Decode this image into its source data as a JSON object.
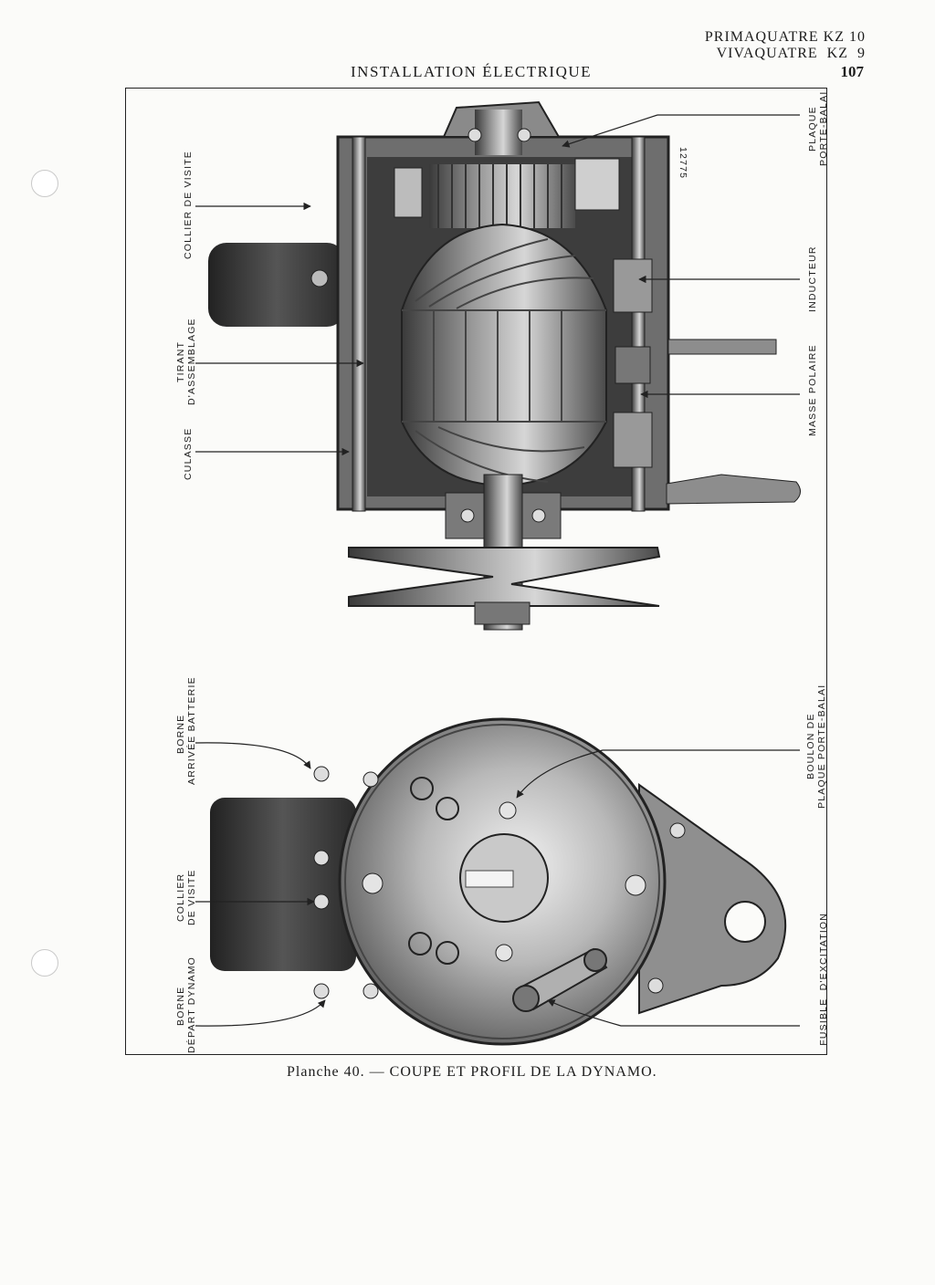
{
  "header": {
    "model_line_1": "PRIMAQUATRE KZ 10",
    "model_line_2": "VIVAQUATRE  KZ  9",
    "section_title": "INSTALLATION ÉLECTRIQUE",
    "page_number": "107"
  },
  "figure_top": {
    "serial": "12775",
    "labels_left": {
      "collier_de_visite": "COLLIER DE VISITE",
      "tirant_line_1": "TIRANT",
      "tirant_line_2": "D'ASSEMBLAGE",
      "culasse": "CULASSE"
    },
    "labels_right": {
      "plaque_line_1": "PLAQUE",
      "plaque_line_2": "PORTE-BALAI",
      "inducteur": "INDUCTEUR",
      "masse_polaire": "MASSE POLAIRE"
    }
  },
  "figure_bottom": {
    "labels_left": {
      "borne_arrivee_line_1": "BORNE",
      "borne_arrivee_line_2": "ARRIVÉE BATTERIE",
      "collier_line_1": "COLLIER",
      "collier_line_2": "DE VISITE",
      "borne_depart_line_1": "BORNE",
      "borne_depart_line_2": "DÉPART DYNAMO"
    },
    "labels_right": {
      "boulon_line_1": "BOULON DE",
      "boulon_line_2": "PLAQUE PORTE-BALAI",
      "fusible": "FUSIBLE  D'EXCITATION"
    }
  },
  "caption": "Planche 40. — COUPE ET PROFIL DE LA DYNAMO."
}
